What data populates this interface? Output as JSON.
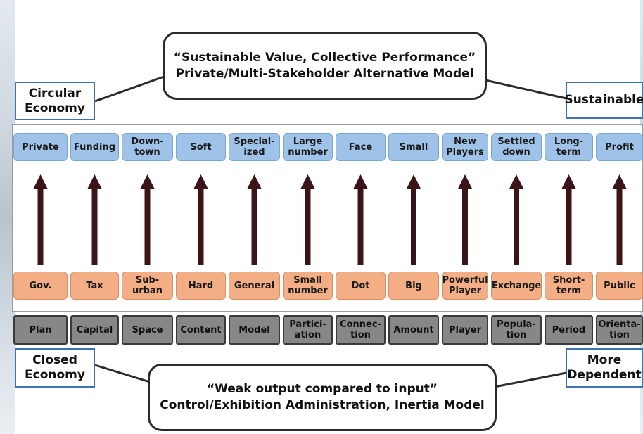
{
  "top_callout": {
    "line1": "“Sustainable Value, Collective Performance”",
    "line2": "Private/Multi-Stakeholder Alternative Model"
  },
  "bottom_callout": {
    "line1": "“Weak output compared to input”",
    "line2": "Control/Exhibition Administration, Inertia Model"
  },
  "corner_labels": {
    "top_left": [
      "Circular",
      "Economy"
    ],
    "top_right": [
      "Sustainable"
    ],
    "bottom_left": [
      "Closed",
      "Economy"
    ],
    "bottom_right": [
      "More",
      "Dependent"
    ]
  },
  "top_row": [
    [
      "Private"
    ],
    [
      "Funding"
    ],
    [
      "Down-",
      "town"
    ],
    [
      "Soft"
    ],
    [
      "Special-",
      "ized"
    ],
    [
      "Large",
      "number"
    ],
    [
      "Face"
    ],
    [
      "Small"
    ],
    [
      "New",
      "Players"
    ],
    [
      "Settled",
      "down"
    ],
    [
      "Long-",
      "term"
    ],
    [
      "Profit"
    ]
  ],
  "bottom_row": [
    [
      "Gov."
    ],
    [
      "Tax"
    ],
    [
      "Sub-",
      "urban"
    ],
    [
      "Hard"
    ],
    [
      "General"
    ],
    [
      "Small",
      "number"
    ],
    [
      "Dot"
    ],
    [
      "Big"
    ],
    [
      "Powerful",
      "Player"
    ],
    [
      "Exchange"
    ],
    [
      "Short-",
      "term"
    ],
    [
      "Public"
    ]
  ],
  "category_row": [
    [
      "Plan"
    ],
    [
      "Capital"
    ],
    [
      "Space"
    ],
    [
      "Content"
    ],
    [
      "Model"
    ],
    [
      "Partici-",
      "ation"
    ],
    [
      "Connec-",
      "tion"
    ],
    [
      "Amount"
    ],
    [
      "Player"
    ],
    [
      "Popula-",
      "tion"
    ],
    [
      "Period"
    ],
    [
      "Orienta-",
      "tion"
    ]
  ],
  "colors": {
    "top_cell": "#9fc3e8",
    "bottom_cell": "#f3ae86",
    "category_cell": "#878787",
    "arrow": "#3b1418",
    "corner_border": "#3d72b8"
  },
  "icons": {
    "column_arrow": "up-arrow-icon"
  }
}
